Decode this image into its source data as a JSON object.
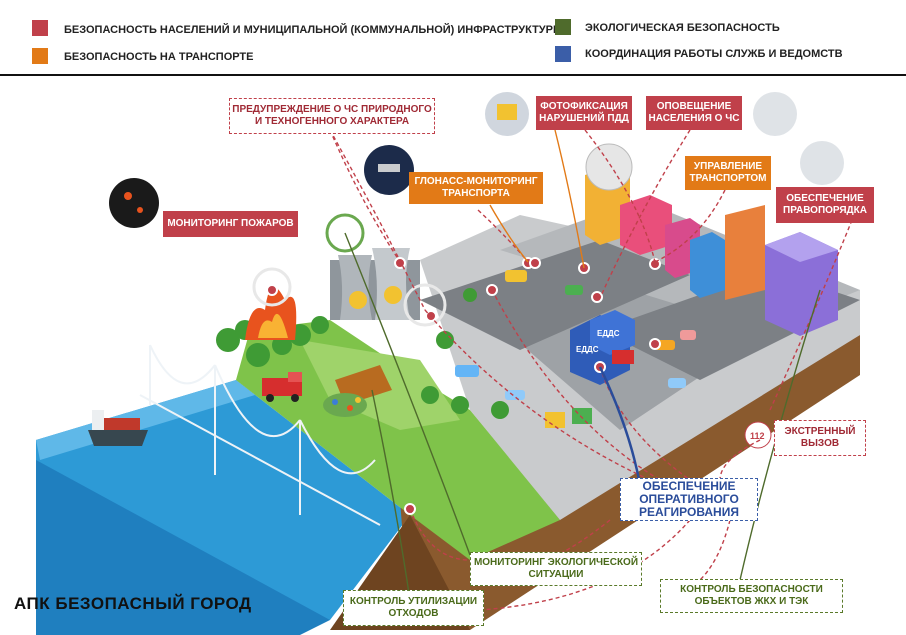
{
  "legend": {
    "items": [
      {
        "label": "БЕЗОПАСНОСТЬ НАСЕЛЕНИЙ И МУНИЦИПАЛЬНОЙ (КОММУНАЛЬНОЙ) ИНФРАСТРУКТУРЫ",
        "color": "#c0404a"
      },
      {
        "label": "БЕЗОПАСНОСТЬ НА ТРАНСПОРТЕ",
        "color": "#e27a17"
      },
      {
        "label": "ЭКОЛОГИЧЕСКАЯ БЕЗОПАСНОСТЬ",
        "color": "#4f6b2c"
      },
      {
        "label": "КООРДИНАЦИЯ РАБОТЫ СЛУЖБ И ВЕДОМСТВ",
        "color": "#3b5ea8"
      }
    ]
  },
  "labels": {
    "warning": "ПРЕДУПРЕЖДЕНИЕ О ЧС ПРИРОДНОГО И ТЕХНОГЕННОГО ХАРАКТЕРА",
    "photo": "ФОТОФИКСАЦИЯ НАРУШЕНИЙ ПДД",
    "alert": "ОПОВЕЩЕНИЕ НАСЕЛЕНИЯ О ЧС",
    "glonass": "ГЛОНАСС-МОНИТОРИНГ ТРАНСПОРТА",
    "transport": "УПРАВЛЕНИЕ ТРАНСПОРТОМ",
    "order": "ОБЕСПЕЧЕНИЕ ПРАВОПОРЯДКА",
    "fires": "МОНИТОРИНГ ПОЖАРОВ",
    "emergency_call": "ЭКСТРЕННЫЙ ВЫЗОВ",
    "response": "ОБЕСПЕЧЕНИЕ ОПЕРАТИВНОГО РЕАГИРОВАНИЯ",
    "eco": "МОНИТОРИНГ ЭКОЛОГИЧЕСКОЙ СИТУАЦИИ",
    "waste": "КОНТРОЛЬ УТИЛИЗАЦИИ ОТХОДОВ",
    "housing": "КОНТРОЛЬ БЕЗОПАСНОСТИ ОБЪЕКТОВ ЖКХ И ТЭК"
  },
  "scene": {
    "edds_sign": "ЕДДС",
    "phone_number": "112"
  },
  "title": "АПК  БЕЗОПАСНЫЙ ГОРОД"
}
